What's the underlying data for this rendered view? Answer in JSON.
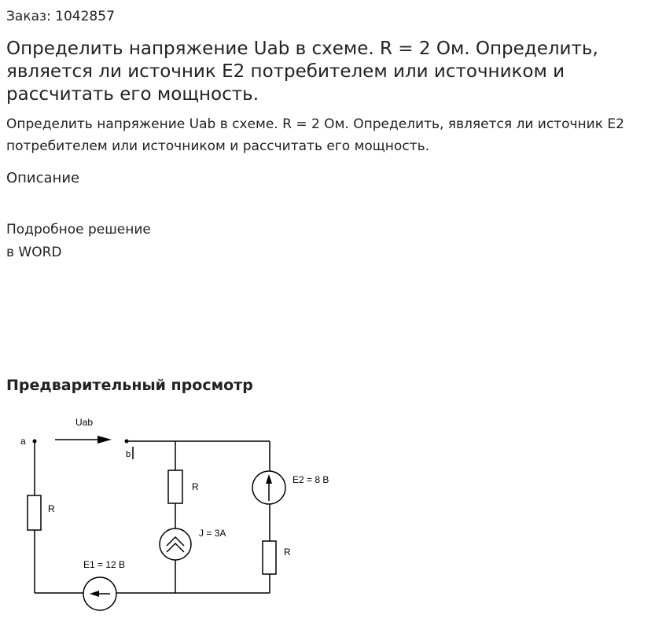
{
  "order_label": "Заказ: 1042857",
  "title": "Определить напряжение Uab в схеме. R = 2 Ом. Определить, является ли источник E2 потребителем или источником и рассчитать его мощность.",
  "description": "Определить напряжение Uab в схеме. R = 2 Ом. Определить, является ли источник E2 потребителем или источником и рассчитать его мощность.",
  "description_heading": "Описание",
  "solution_lines": [
    "Подробное решение",
    "в WORD"
  ],
  "preview_heading": "Предварительный просмотр",
  "diagram": {
    "node_a": "a",
    "node_b": "b",
    "voltage_label": "Uab",
    "r_left": "R",
    "r_middle": "R",
    "r_right": "R",
    "current_source": "J = 3A",
    "e1": "E1 = 12 В",
    "e2": "E2 = 8 В"
  }
}
